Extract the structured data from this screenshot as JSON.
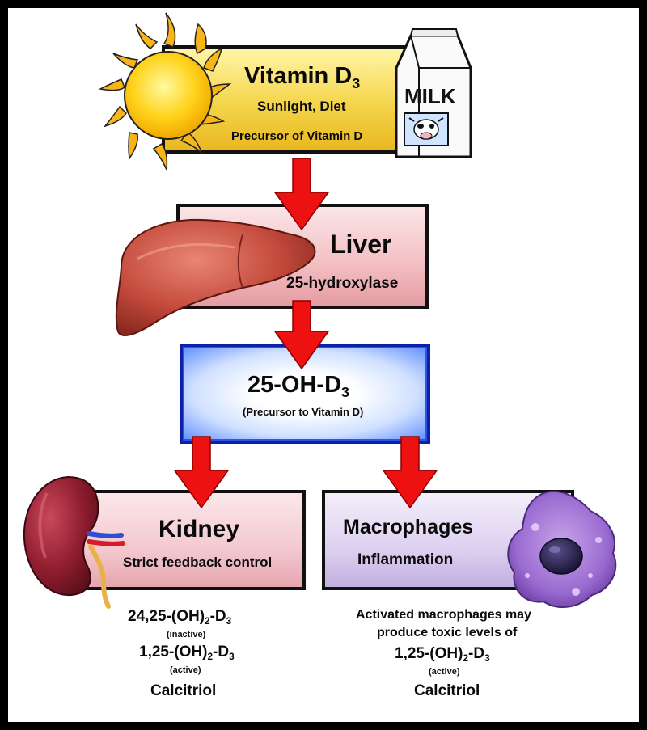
{
  "vitamin_d3": {
    "title": "Vitamin D",
    "title_sub": "3",
    "line1": "Sunlight, Diet",
    "line2": "Precursor of Vitamin D"
  },
  "milk_label": "MILK",
  "liver": {
    "title": "Liver",
    "enzyme": "25-hydroxylase"
  },
  "ohd3": {
    "title_main": "25-OH-D",
    "title_sub": "3",
    "note": "(Precursor to Vitamin D)"
  },
  "kidney": {
    "title": "Kidney",
    "note": "Strict feedback control",
    "products": [
      {
        "pre": "24,25-(OH)",
        "sub1": "2",
        "mid": "-D",
        "sub2": "3",
        "tag": "(inactive)"
      },
      {
        "pre": "1,25-(OH)",
        "sub1": "2",
        "mid": "-D",
        "sub2": "3",
        "tag": "(active)"
      }
    ],
    "name": "Calcitriol"
  },
  "macrophages": {
    "title": "Macrophages",
    "note": "Inflammation",
    "caption_line1": "Activated macrophages may",
    "caption_line2": "produce toxic levels of",
    "product": {
      "pre": "1,25-(OH)",
      "sub1": "2",
      "mid": "-D",
      "sub2": "3",
      "tag": "(active)"
    },
    "name": "Calcitriol"
  },
  "colors": {
    "arrow": "#ee1111",
    "vitd_box": "#f4d44a",
    "liver_box": "#f3c1c5",
    "ohd_box": "#5d8dff",
    "kidney_box": "#f3c9cf",
    "macro_box": "#ddd0ef"
  }
}
